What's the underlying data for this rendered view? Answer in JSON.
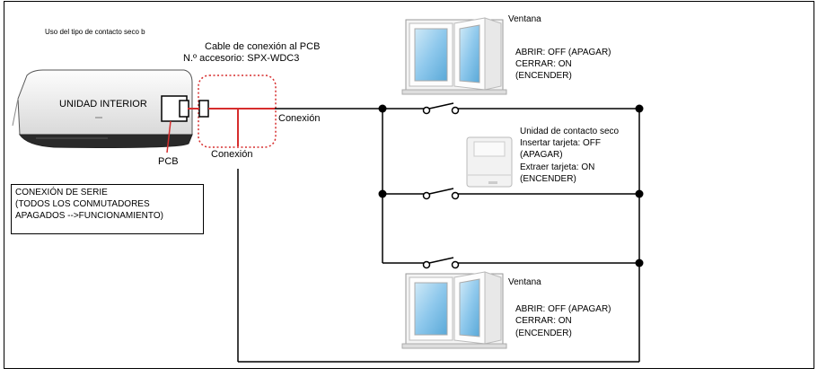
{
  "title": "Uso del tipo de contacto seco b",
  "cable": {
    "line1": "Cable de conexión al PCB",
    "line2": "N.º accesorio: SPX-WDC3"
  },
  "indoor_unit": {
    "label": "UNIDAD INTERIOR",
    "pcb_label": "PCB"
  },
  "connections": {
    "right": "Conexión",
    "bottom": "Conexión"
  },
  "series_note": {
    "line1": "CONEXIÓN DE SERIE",
    "line2": "(TODOS LOS CONMUTADORES",
    "line3": "APAGADOS -->FUNCIONAMIENTO)"
  },
  "window_top": {
    "title": "Ventana",
    "line1": "ABRIR: OFF (APAGAR)",
    "line2": "CERRAR: ON",
    "line3": "(ENCENDER)"
  },
  "dry_contact": {
    "title": "Unidad de contacto seco",
    "line1": "Insertar tarjeta: OFF",
    "line2": "(APAGAR)",
    "line3": "Extraer tarjeta: ON",
    "line4": "(ENCENDER)"
  },
  "window_bottom": {
    "title": "Ventana",
    "line1": "ABRIR: OFF (APAGAR)",
    "line2": "CERRAR: ON",
    "line3": "(ENCENDER)"
  },
  "colors": {
    "wire": "#000000",
    "cable": "#d62d2d",
    "sky": "#8ec8ec"
  }
}
